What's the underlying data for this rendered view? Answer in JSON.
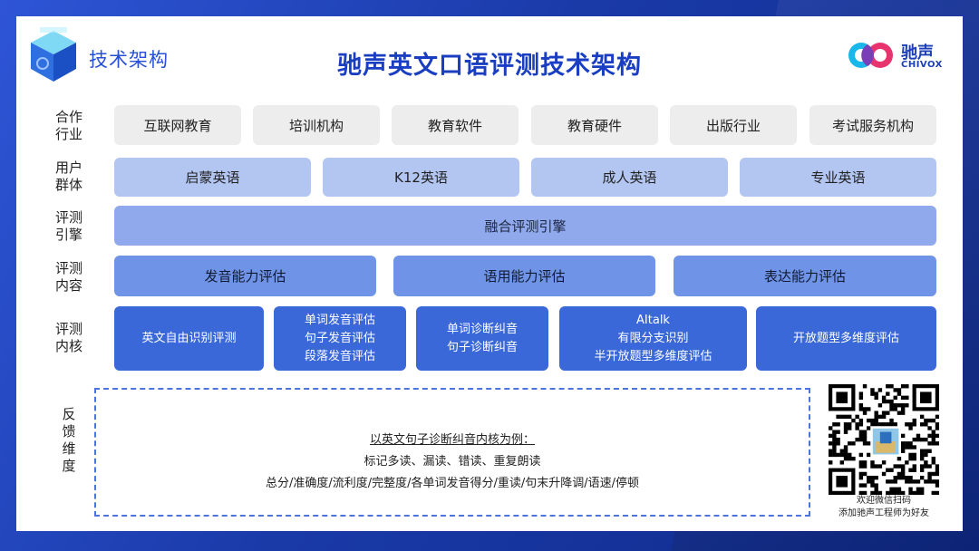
{
  "header": {
    "section_label": "技术架构",
    "title": "驰声英文口语评测技术架构",
    "logo_cn": "驰声",
    "logo_en": "CHIVOX"
  },
  "rows": {
    "industry": {
      "label": "合作\n行业",
      "items": [
        "互联网教育",
        "培训机构",
        "教育软件",
        "教育硬件",
        "出版行业",
        "考试服务机构"
      ]
    },
    "users": {
      "label": "用户\n群体",
      "items": [
        "启蒙英语",
        "K12英语",
        "成人英语",
        "专业英语"
      ]
    },
    "engine": {
      "label": "评测\n引擎",
      "items": [
        "融合评测引擎"
      ]
    },
    "content": {
      "label": "评测\n内容",
      "items": [
        "发音能力评估",
        "语用能力评估",
        "表达能力评估"
      ]
    },
    "core": {
      "label": "评测\n内核",
      "items": [
        [
          "英文自由识别评测"
        ],
        [
          "单词发音评估",
          "句子发音评估",
          "段落发音评估"
        ],
        [
          "单词诊断纠音",
          "句子诊断纠音"
        ],
        [
          "AItalk",
          "有限分支识别",
          "半开放题型多维度评估"
        ],
        [
          "开放题型多维度评估"
        ]
      ]
    },
    "feedback": {
      "label": "反\n馈\n维\n度",
      "title": "以英文句子诊断纠音内核为例：",
      "line1": "标记多读、漏读、错读、重复朗读",
      "line2": "总分/准确度/流利度/完整度/各单词发音得分/重读/句末升降调/语速/停顿"
    }
  },
  "qr": {
    "caption_line1": "欢迎微信扫码",
    "caption_line2": "添加驰声工程师为好友"
  },
  "colors": {
    "accent": "#1a3ec2",
    "grey_box": "#ededed",
    "light_box": "#b3c6f2",
    "mid_box": "#8fa9ec",
    "blue_box": "#6f93e6",
    "deep_box": "#3a68d8"
  }
}
